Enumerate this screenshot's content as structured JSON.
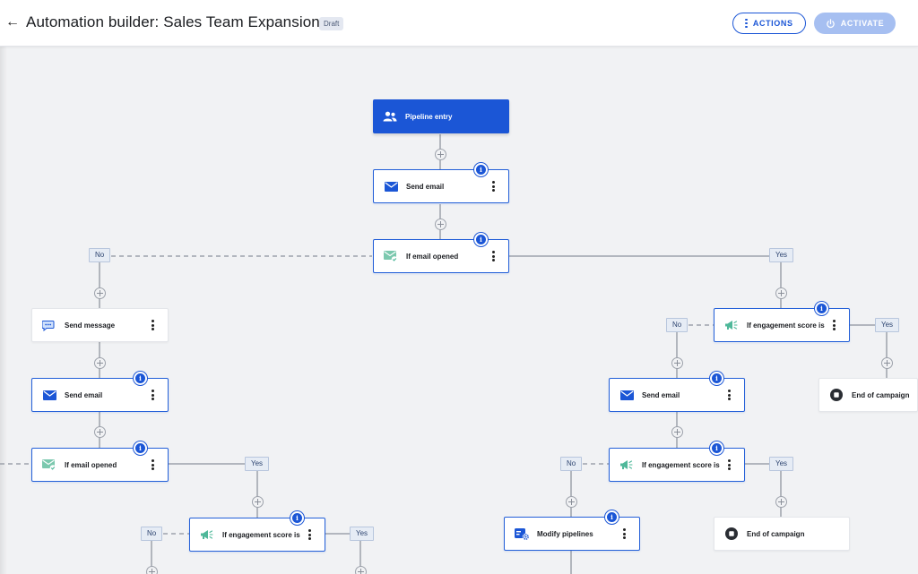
{
  "header": {
    "back_icon": "back-arrow-icon",
    "title": "Automation builder: Sales Team Expansion",
    "status_badge": "Draft",
    "actions_label": "ACTIONS",
    "activate_label": "ACTIVATE"
  },
  "colors": {
    "accent": "#1b56d6",
    "activate_disabled": "#a6bff1",
    "email_icon": "#1b56d6",
    "condition_icon": "#4fb89a",
    "branch_badge_bg": "#e6ecf5"
  },
  "nodes": {
    "pipeline_entry": {
      "label": "Pipeline entry",
      "icon": "people-icon"
    },
    "send_email_1": {
      "label": "Send email",
      "icon": "envelope-icon"
    },
    "if_email_opened_1": {
      "label": "If email opened",
      "icon": "email-check-icon"
    },
    "send_message": {
      "label": "Send message",
      "icon": "chat-bubble-icon"
    },
    "send_email_left": {
      "label": "Send email",
      "icon": "envelope-icon"
    },
    "if_email_opened_left": {
      "label": "If email opened",
      "icon": "email-check-icon"
    },
    "if_engagement_left": {
      "label": "If engagement score is",
      "icon": "megaphone-icon"
    },
    "if_engagement_right_top": {
      "label": "If engagement score is",
      "icon": "megaphone-icon"
    },
    "end_campaign_right_top": {
      "label": "End of campaign",
      "icon": "stop-icon"
    },
    "send_email_right": {
      "label": "Send email",
      "icon": "envelope-icon"
    },
    "if_engagement_right_mid": {
      "label": "If engagement score is",
      "icon": "megaphone-icon"
    },
    "end_campaign_right_mid": {
      "label": "End of campaign",
      "icon": "stop-icon"
    },
    "modify_pipelines": {
      "label": "Modify pipelines",
      "icon": "pipeline-settings-icon"
    }
  },
  "branches": {
    "no": "No",
    "yes": "Yes"
  }
}
